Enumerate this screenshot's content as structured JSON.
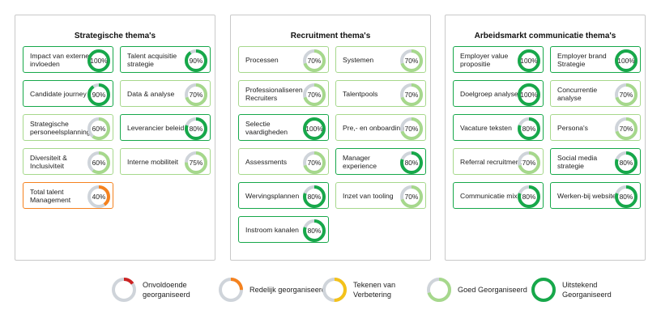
{
  "colors": {
    "track": "#cfd4da",
    "red": "#cc2222",
    "orange": "#f5821f",
    "yellow": "#f4c21a",
    "lightgreen": "#a6d88c",
    "green": "#17a84a",
    "border_light": "#a6d88c",
    "border_dark": "#17a84a",
    "border_orange": "#f5821f"
  },
  "panels": [
    {
      "title": "Strategische thema's",
      "cards": [
        {
          "label": "Impact van externe invloeden",
          "value": "100%",
          "pct": 100,
          "level": "green"
        },
        {
          "label": "Talent acquisitie strategie",
          "value": "90%",
          "pct": 90,
          "level": "green"
        },
        {
          "label": "Candidate journey",
          "value": "90%",
          "pct": 90,
          "level": "green"
        },
        {
          "label": "Data & analyse",
          "value": "70%",
          "pct": 70,
          "level": "lightgreen"
        },
        {
          "label": "Strategische personeelsplanning",
          "value": "60%",
          "pct": 60,
          "level": "lightgreen"
        },
        {
          "label": "Leverancier beleid",
          "value": "80%",
          "pct": 80,
          "level": "green"
        },
        {
          "label": "Diversiteit & Inclusiviteit",
          "value": "60%",
          "pct": 60,
          "level": "lightgreen"
        },
        {
          "label": "Interne mobiliteit",
          "value": "75%",
          "pct": 75,
          "level": "lightgreen"
        },
        {
          "label": "Total talent Management",
          "value": "40%",
          "pct": 40,
          "level": "orange"
        }
      ]
    },
    {
      "title": "Recruitment thema's",
      "cards": [
        {
          "label": "Processen",
          "value": "70%",
          "pct": 70,
          "level": "lightgreen"
        },
        {
          "label": "Systemen",
          "value": "70%",
          "pct": 70,
          "level": "lightgreen"
        },
        {
          "label": "Professionaliseren Recruiters",
          "value": "70%",
          "pct": 70,
          "level": "lightgreen"
        },
        {
          "label": "Talentpools",
          "value": "70%",
          "pct": 70,
          "level": "lightgreen"
        },
        {
          "label": "Selectie vaardigheden",
          "value": "100%",
          "pct": 100,
          "level": "green"
        },
        {
          "label": "Pre,- en onboarding",
          "value": "70%",
          "pct": 70,
          "level": "lightgreen"
        },
        {
          "label": "Assessments",
          "value": "70%",
          "pct": 70,
          "level": "lightgreen"
        },
        {
          "label": "Manager experience",
          "value": "80%",
          "pct": 80,
          "level": "green"
        },
        {
          "label": "Wervingsplannen",
          "value": "80%",
          "pct": 80,
          "level": "green"
        },
        {
          "label": "Inzet van tooling",
          "value": "70%",
          "pct": 70,
          "level": "lightgreen"
        },
        {
          "label": "Instroom kanalen",
          "value": "80%",
          "pct": 80,
          "level": "green"
        }
      ]
    },
    {
      "title": "Arbeidsmarkt communicatie thema's",
      "cards": [
        {
          "label": "Employer value propositie",
          "value": "100%",
          "pct": 100,
          "level": "green"
        },
        {
          "label": "Employer brand Strategie",
          "value": "100%",
          "pct": 100,
          "level": "green"
        },
        {
          "label": "Doelgroep analyse",
          "value": "100%",
          "pct": 100,
          "level": "green"
        },
        {
          "label": "Concurrentie analyse",
          "value": "70%",
          "pct": 70,
          "level": "lightgreen"
        },
        {
          "label": "Vacature teksten",
          "value": "80%",
          "pct": 80,
          "level": "green"
        },
        {
          "label": "Persona's",
          "value": "70%",
          "pct": 70,
          "level": "lightgreen"
        },
        {
          "label": "Referral recruitment",
          "value": "70%",
          "pct": 70,
          "level": "lightgreen"
        },
        {
          "label": "Social media strategie",
          "value": "80%",
          "pct": 80,
          "level": "green"
        },
        {
          "label": "Communicatie mix",
          "value": "80%",
          "pct": 80,
          "level": "green"
        },
        {
          "label": "Werken-bij website",
          "value": "80%",
          "pct": 80,
          "level": "green"
        }
      ]
    }
  ],
  "legend": [
    {
      "label": "Onvoldoende georganiseerd",
      "pct": 15,
      "level": "red"
    },
    {
      "label": "Redelijk georganiseerd",
      "pct": 25,
      "level": "orange"
    },
    {
      "label": "Tekenen van Verbetering",
      "pct": 50,
      "level": "yellow"
    },
    {
      "label": "Goed Georganiseerd",
      "pct": 70,
      "level": "lightgreen"
    },
    {
      "label": "Uitstekend Georganiseerd",
      "pct": 100,
      "level": "green"
    }
  ]
}
